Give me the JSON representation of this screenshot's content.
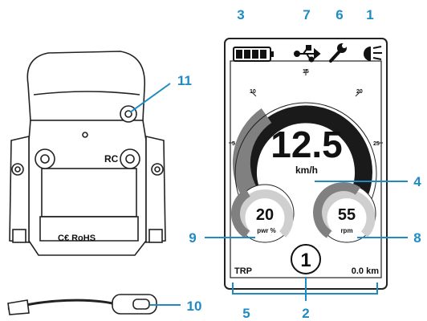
{
  "mount": {
    "rc_label": "RC",
    "cert_label": "C€ RoHS"
  },
  "display": {
    "speed": "12.5",
    "speed_unit": "km/h",
    "speed_ticks": [
      "5",
      "10",
      "15",
      "20",
      "25"
    ],
    "power_value": "20",
    "power_unit": "pwr %",
    "cadence_value": "55",
    "cadence_unit": "rpm",
    "assist_level": "1",
    "trip_label": "TRP",
    "trip_value": "0.0 km",
    "status_icons": [
      "battery-icon",
      "usb-icon",
      "wrench-icon",
      "headlight-icon"
    ]
  },
  "callouts": {
    "c1": "1",
    "c2": "2",
    "c3": "3",
    "c4": "4",
    "c5": "5",
    "c6": "6",
    "c7": "7",
    "c8": "8",
    "c9": "9",
    "c10": "10",
    "c11": "11"
  },
  "colors": {
    "callout": "#1f8bc5",
    "dial_dark": "#1a1a1a",
    "dial_gray": "#808080",
    "dial_light": "#cfcfcf"
  }
}
